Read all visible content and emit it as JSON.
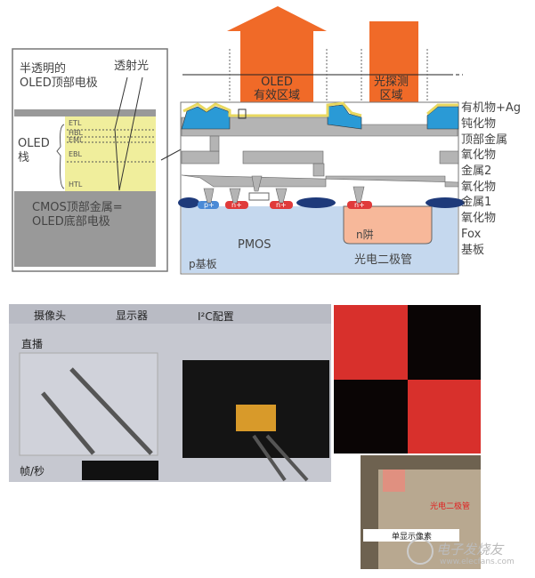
{
  "inset": {
    "top_electrode": "半透明的\nOLED顶部电极",
    "transmitted_light": "透射光",
    "oled_stack": "OLED\n栈",
    "layers": [
      "ETL",
      "HBL",
      "EML",
      "EBL",
      "HTL"
    ],
    "bottom_electrode": "CMOS顶部金属=\nOLED底部电极"
  },
  "arrows": {
    "oled_region": "OLED\n有效区域",
    "photo_region": "光探测\n区域"
  },
  "cross_section": {
    "pmos": "PMOS",
    "p_substrate": "p基板",
    "n_well": "n阱",
    "photodiode": "光电二极管",
    "diffusion_labels": [
      "p+",
      "n+",
      "n+",
      "n+"
    ]
  },
  "layer_labels": [
    "有机物+Ag",
    "钝化物",
    "顶部金属",
    "氧化物",
    "金属2",
    "氧化物",
    "金属1",
    "氧化物",
    "Fox",
    "基板"
  ],
  "photo": {
    "tabs": [
      "摄像头",
      "显示器",
      "I²C配置"
    ],
    "live_label": "直播",
    "fps_label": "帧/秒",
    "photodiode_label": "光电二极管",
    "pixel_label": "单显示像素",
    "watermark": "电子发烧友",
    "watermark_url": "www.elecfans.com"
  },
  "colors": {
    "arrow": "#f06a28",
    "substrate": "#c5d8ee",
    "oled_stack": "#f0ee9c",
    "metal": "#b4b4b4",
    "oxide_blue": "#2a9ad6",
    "field_oxide": "#1e3a7a",
    "n_plus": "#e03a3a",
    "n_well": "#f7b89a"
  }
}
